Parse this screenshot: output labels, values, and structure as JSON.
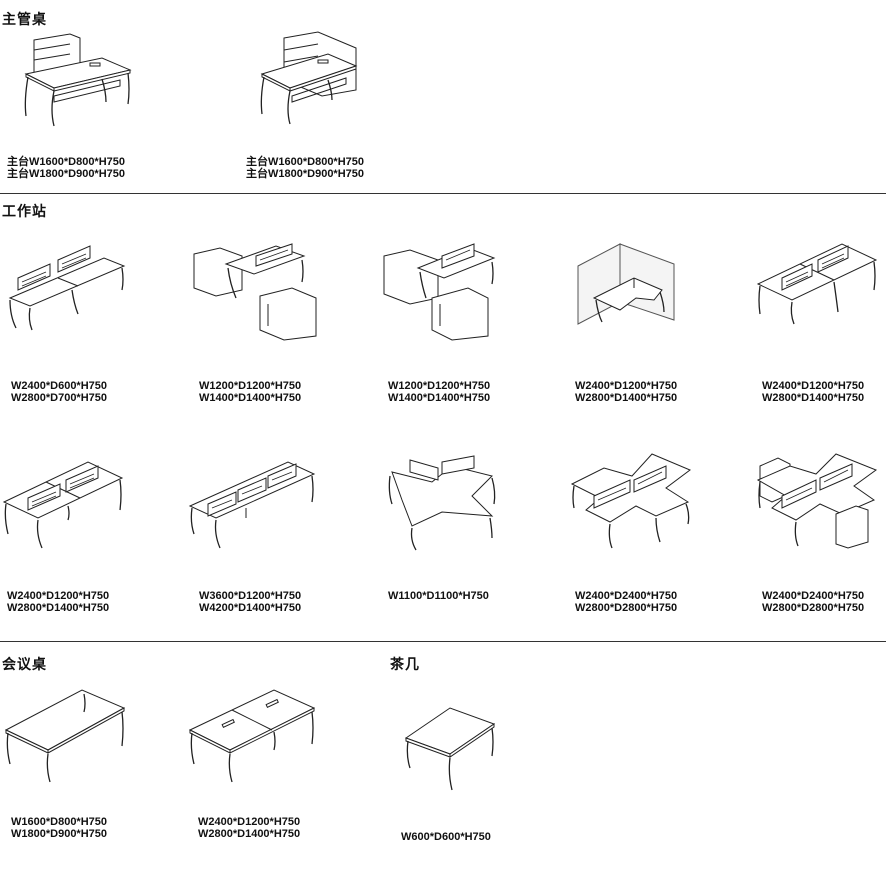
{
  "sections": {
    "executive": {
      "title": "主管桌"
    },
    "workstation": {
      "title": "工作站"
    },
    "conference": {
      "title": "会议桌"
    },
    "tea": {
      "title": "茶几"
    }
  },
  "executive": [
    {
      "dims": [
        "主台W1600*D800*H750",
        "主台W1800*D900*H750"
      ]
    },
    {
      "dims": [
        "主台W1600*D800*H750",
        "主台W1800*D900*H750"
      ]
    }
  ],
  "workstation": [
    {
      "dims": [
        "W2400*D600*H750",
        "W2800*D700*H750"
      ]
    },
    {
      "dims": [
        "W1200*D1200*H750",
        "W1400*D1400*H750"
      ]
    },
    {
      "dims": [
        "W1200*D1200*H750",
        "W1400*D1400*H750"
      ]
    },
    {
      "dims": [
        "W2400*D1200*H750",
        "W2800*D1400*H750"
      ]
    },
    {
      "dims": [
        "W2400*D1200*H750",
        "W2800*D1400*H750"
      ]
    },
    {
      "dims": [
        "W2400*D1200*H750",
        "W2800*D1400*H750"
      ]
    },
    {
      "dims": [
        "W3600*D1200*H750",
        "W4200*D1400*H750"
      ]
    },
    {
      "dims": [
        "W1100*D1100*H750"
      ]
    },
    {
      "dims": [
        "W2400*D2400*H750",
        "W2800*D2800*H750"
      ]
    },
    {
      "dims": [
        "W2400*D2400*H750",
        "W2800*D2800*H750"
      ]
    }
  ],
  "conference": [
    {
      "dims": [
        "W1600*D800*H750",
        "W1800*D900*H750"
      ]
    },
    {
      "dims": [
        "W2400*D1200*H750",
        "W2800*D1400*H750"
      ]
    }
  ],
  "tea": [
    {
      "dims": [
        "W600*D600*H750"
      ]
    }
  ]
}
